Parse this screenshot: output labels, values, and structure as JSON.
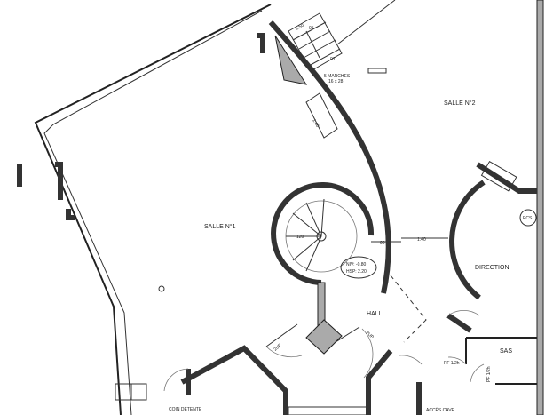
{
  "rooms": {
    "salle1": "SALLE N°1",
    "salle2": "SALLE N°2",
    "hall": "HALL",
    "direction": "DIRECTION",
    "sas": "SAS",
    "coin_detente": "COIN DÉTENTE",
    "acces_cave": "ACCÈS CAVE",
    "ecs": "ECS"
  },
  "stairs": {
    "steps_line1": "5 MARCHES",
    "steps_line2": "16 x 28",
    "width": "1.50",
    "step_top": "05",
    "step_bottom": "01",
    "passage": "1.40",
    "spiral_diameter": "120"
  },
  "dimensions": {
    "gap_90": "90",
    "gap_140": "1.40"
  },
  "level_tag": {
    "niv": "NIV: -0.80",
    "hsp": "HSP: 2.20"
  },
  "doors": {
    "up_left": "2UP",
    "up_right": "2UP",
    "pf_sas": "PF 1/2h",
    "pf_sas2": "PF 1/2h"
  }
}
